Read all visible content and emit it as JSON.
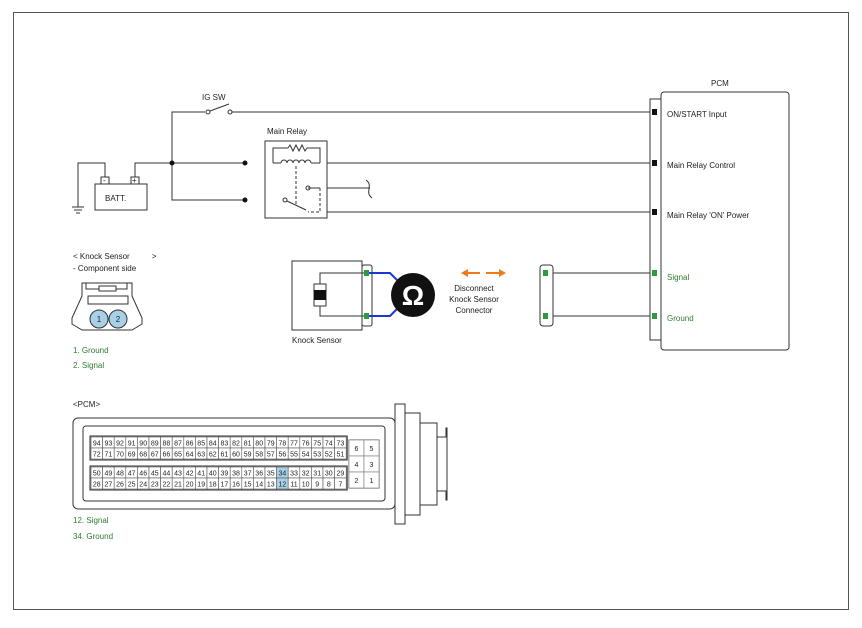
{
  "colors": {
    "wire": "#333333",
    "pin_green": "#2e9c3a",
    "legend_green": "#2e7d32",
    "probe_blue": "#1a37d6",
    "arrow_orange": "#f07a1a",
    "highlight": "#a8d0e6"
  },
  "icons": {
    "ohmmeter": "omega-icon",
    "disconnect": "double-arrow-icon"
  },
  "labels": {
    "ig_sw": "IG SW",
    "main_relay": "Main Relay",
    "batt": "BATT.",
    "batt_minus": "-",
    "batt_plus": "+",
    "pcm": "PCM",
    "on_start_input": "ON/START Input",
    "main_relay_control": "Main Relay Control",
    "main_relay_on_power": "Main Relay 'ON' Power",
    "signal": "Signal",
    "ground": "Ground",
    "knock_sensor": "Knock Sensor",
    "disconnect_1": "Disconnect",
    "disconnect_2": "Knock Sensor",
    "disconnect_3": "Connector",
    "ohm_symbol": "Ω"
  },
  "knock_connector": {
    "title": "< Knock Sensor          >",
    "subtitle": "- Component side",
    "pin1": "1",
    "pin2": "2",
    "legend1": "1. Ground",
    "legend2": "2. Signal"
  },
  "pcm_connector": {
    "title": "<PCM>",
    "row1": [
      "94",
      "93",
      "92",
      "91",
      "90",
      "89",
      "88",
      "87",
      "86",
      "85",
      "84",
      "83",
      "82",
      "81",
      "80",
      "79",
      "78",
      "77",
      "76",
      "75",
      "74",
      "73"
    ],
    "row2": [
      "72",
      "71",
      "70",
      "69",
      "68",
      "67",
      "66",
      "65",
      "64",
      "63",
      "62",
      "61",
      "60",
      "59",
      "58",
      "57",
      "56",
      "55",
      "54",
      "53",
      "52",
      "51"
    ],
    "row3": [
      "50",
      "49",
      "48",
      "47",
      "46",
      "45",
      "44",
      "43",
      "42",
      "41",
      "40",
      "39",
      "38",
      "37",
      "36",
      "35",
      "34",
      "33",
      "32",
      "31",
      "30",
      "29"
    ],
    "row4": [
      "28",
      "27",
      "26",
      "25",
      "24",
      "23",
      "22",
      "21",
      "20",
      "19",
      "18",
      "17",
      "16",
      "15",
      "14",
      "13",
      "12",
      "11",
      "10",
      "9",
      "8",
      "7"
    ],
    "small": [
      [
        "6",
        "5"
      ],
      [
        "4",
        "3"
      ],
      [
        "2",
        "1"
      ]
    ],
    "highlight_pins": [
      "34",
      "12"
    ],
    "legend1": "12. Signal",
    "legend2": "34. Ground"
  }
}
